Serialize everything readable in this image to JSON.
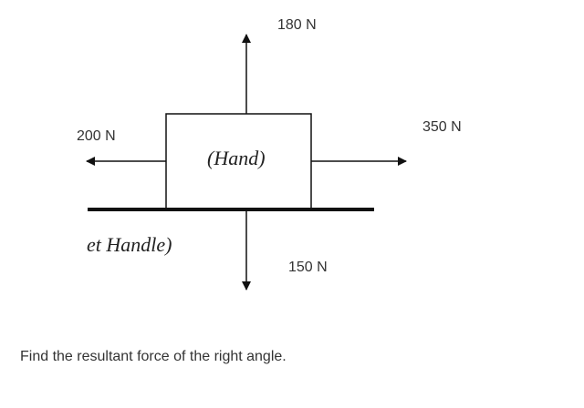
{
  "diagram": {
    "forces": {
      "up": "180 N",
      "left": "200 N",
      "right": "350 N",
      "down": "150 N"
    },
    "box_label": "(Hand)",
    "surface_label": "et Handle)"
  },
  "question": "Find the resultant force of the right angle."
}
